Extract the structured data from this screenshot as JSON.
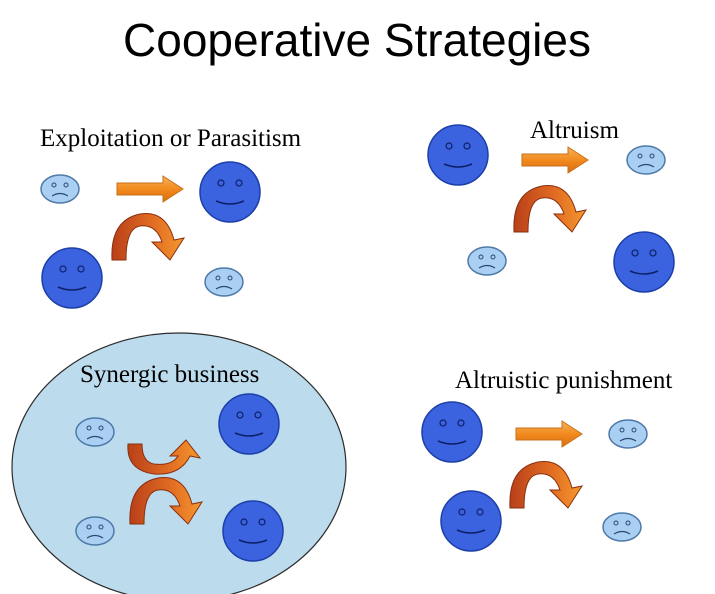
{
  "title": "Cooperative Strategies",
  "quadrants": {
    "exploitation": {
      "label": "Exploitation or Parasitism"
    },
    "altruism": {
      "label": "Altruism"
    },
    "synergic": {
      "label": "Synergic business"
    },
    "altruistic_punishment": {
      "label": "Altruistic punishment"
    }
  },
  "colors": {
    "happy_face": "#3b63e0",
    "sad_face": "#a9d0f2",
    "arrow_orange": "#f28a1e",
    "curve_dark": "#c9501e",
    "circle_fill": "#bcdcee"
  },
  "icons": [
    "happy-face-icon",
    "sad-face-icon",
    "right-arrow-icon",
    "curved-arrow-icon"
  ]
}
